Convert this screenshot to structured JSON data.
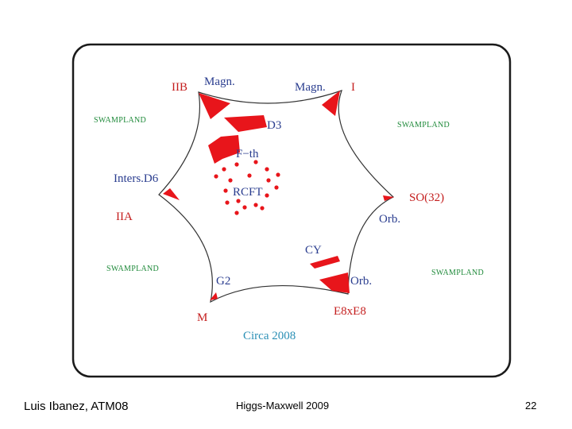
{
  "diagram": {
    "labels": {
      "iib": "IIB",
      "i": "I",
      "iia": "IIA",
      "m": "M",
      "so32": "SO(32)",
      "e8xe8": "E8xE8",
      "magn_left": "Magn.",
      "magn_right": "Magn.",
      "d3": "D3",
      "fth": "F−th",
      "rcft": "RCFT",
      "inters_d6": "Inters.D6",
      "orb_right": "Orb.",
      "cy": "CY",
      "orb_bottom": "Orb.",
      "g2": "G2",
      "swamp_tl": "SWAMPLAND",
      "swamp_tr": "SWAMPLAND",
      "swamp_bl": "SWAMPLAND",
      "swamp_br": "SWAMPLAND",
      "circa": "Circa 2008"
    },
    "colors": {
      "patch": "#e8151b",
      "vertex": "#c41e1e",
      "model": "#2a3d8f",
      "swampland": "#1f8a3a",
      "caption": "#2a8fb5"
    }
  },
  "footer": {
    "author": "Luis Ibanez, ATM08",
    "event": "Higgs-Maxwell 2009",
    "page": "22"
  }
}
